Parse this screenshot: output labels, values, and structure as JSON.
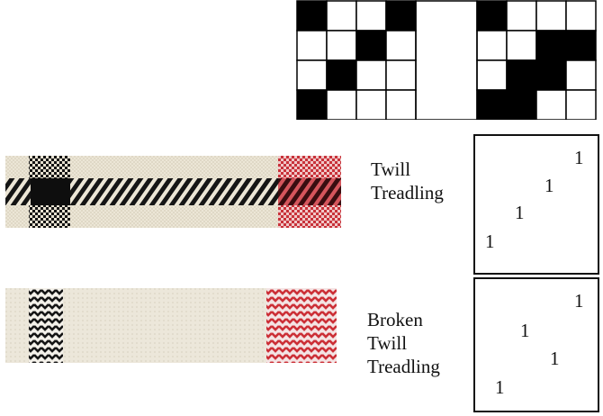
{
  "tieup": {
    "grid": [
      [
        1,
        0,
        0,
        1,
        2,
        1,
        0,
        0,
        0
      ],
      [
        0,
        0,
        1,
        0,
        2,
        0,
        0,
        1,
        1
      ],
      [
        0,
        1,
        0,
        0,
        2,
        0,
        1,
        1,
        0
      ],
      [
        1,
        0,
        0,
        0,
        2,
        1,
        1,
        0,
        0
      ]
    ]
  },
  "twill": {
    "caption_lines": [
      "Twill",
      "Treadling"
    ],
    "marks": [
      "1",
      "1",
      "1",
      "1"
    ]
  },
  "broken": {
    "caption_lines": [
      "Broken",
      "Twill",
      "Treadling"
    ],
    "marks": [
      "1",
      "1",
      "1",
      "1"
    ]
  },
  "colors": {
    "black_thread": "#141414",
    "red_thread": "#c8323a",
    "cloth": "#ece6d6"
  }
}
